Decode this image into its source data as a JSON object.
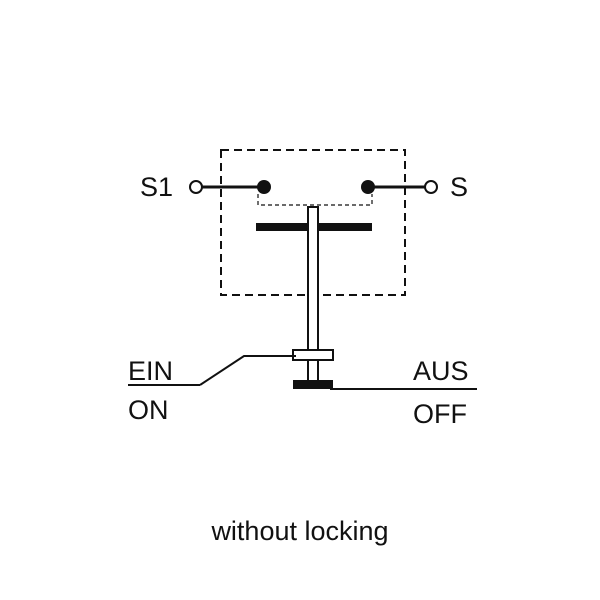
{
  "diagram": {
    "terminal_left": "S1",
    "terminal_right": "S",
    "position_on_de": "EIN",
    "position_on_en": "ON",
    "position_off_de": "AUS",
    "position_off_en": "OFF"
  },
  "caption": "without locking",
  "colors": {
    "line": "#111111",
    "background": "#ffffff"
  }
}
